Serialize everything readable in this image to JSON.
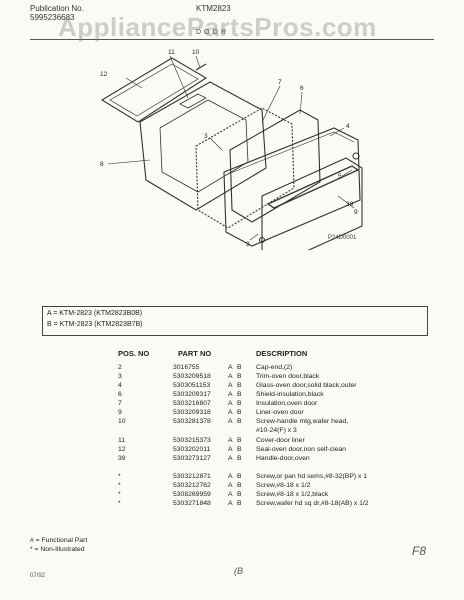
{
  "header": {
    "publication_label": "Publication No.",
    "publication_number": "5995236683",
    "model": "KTM2823",
    "section": "DOOR"
  },
  "watermark": "AppliancePartsPros.com",
  "diagram": {
    "code": "P24D0001",
    "callouts": [
      "12",
      "11",
      "10",
      "7",
      "6",
      "4",
      "5",
      "3",
      "8",
      "9",
      "2",
      "39"
    ]
  },
  "models": [
    "A = KTM-2823 (KTM2823B0B)",
    "B = KTM-2823 (KTM2823B7B)"
  ],
  "table": {
    "headers": {
      "pos": "POS. NO",
      "part": "PART NO",
      "desc": "DESCRIPTION"
    },
    "rows": [
      {
        "pos": "2",
        "part": "3016755",
        "a": "A",
        "b": "B",
        "desc": "Cap-end,(2)"
      },
      {
        "pos": "3",
        "part": "5303209518",
        "a": "A",
        "b": "B",
        "desc": "Trim-oven door,black"
      },
      {
        "pos": "4",
        "part": "5303051153",
        "a": "A",
        "b": "B",
        "desc": "Glass-oven door,solid black,outer"
      },
      {
        "pos": "6",
        "part": "5303209317",
        "a": "A",
        "b": "B",
        "desc": "Shield-insulation,black"
      },
      {
        "pos": "7",
        "part": "5303216807",
        "a": "A",
        "b": "B",
        "desc": "Insulation,oven door"
      },
      {
        "pos": "9",
        "part": "5303209318",
        "a": "A",
        "b": "B",
        "desc": "Liner-oven door"
      },
      {
        "pos": "10",
        "part": "5303281378",
        "a": "A",
        "b": "B",
        "desc": "Screw-handle mtg,wafer head,"
      },
      {
        "pos": "",
        "part": "",
        "a": "",
        "b": "",
        "desc": "#10-24(F) x 3"
      },
      {
        "pos": "11",
        "part": "5303215373",
        "a": "A",
        "b": "B",
        "desc": "Cover-door liner"
      },
      {
        "pos": "12",
        "part": "5303202011",
        "a": "A",
        "b": "B",
        "desc": "Seal-oven door,non self-clean"
      },
      {
        "pos": "39",
        "part": "5303273127",
        "a": "A",
        "b": "B",
        "desc": "Handle-door,oven"
      },
      {
        "pos": "*",
        "part": "5303212871",
        "a": "A",
        "b": "B",
        "desc": "Screw,or pan hd sems,#8-32(BP) x 1"
      },
      {
        "pos": "*",
        "part": "5303212762",
        "a": "A",
        "b": "B",
        "desc": "Screw,#8-18 x 1/2"
      },
      {
        "pos": "*",
        "part": "5308269959",
        "a": "A",
        "b": "B",
        "desc": "Screw,#8-18 x 1/2,black"
      },
      {
        "pos": "*",
        "part": "5303271848",
        "a": "A",
        "b": "B",
        "desc": "Screw,wafer hd sq dr,#8-18(AB) x 1/2"
      }
    ]
  },
  "notes": [
    "# = Functional Part",
    "* = Non-Illustrated"
  ],
  "footer": "07/92",
  "marks": {
    "page": "F8",
    "initial": "(B"
  }
}
